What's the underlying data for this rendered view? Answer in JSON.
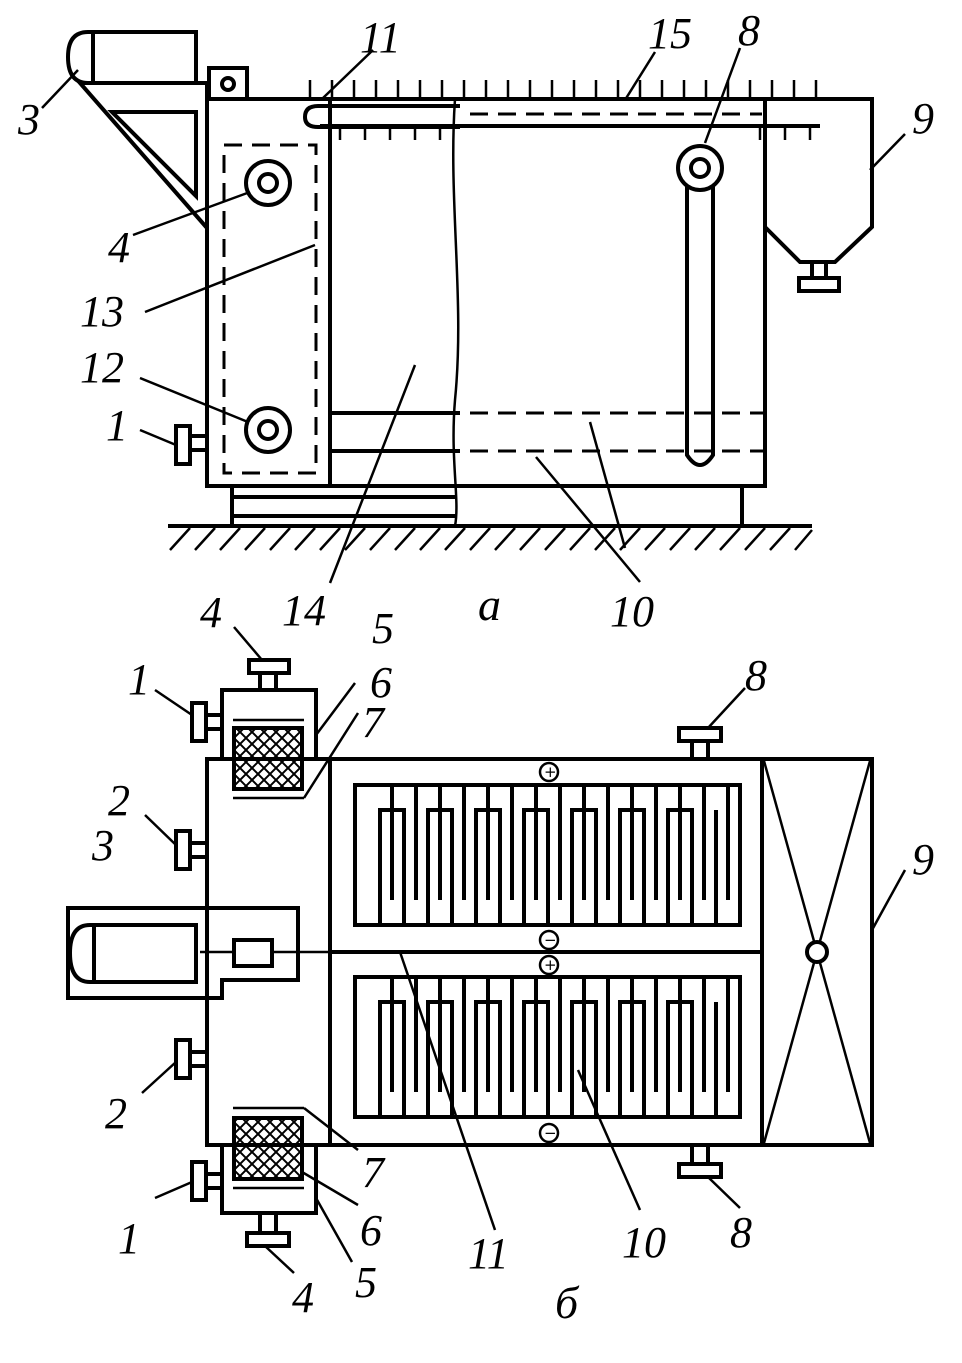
{
  "view_a": {
    "caption": "а",
    "labels": {
      "l1": "1",
      "l3": "3",
      "l4": "4",
      "l8": "8",
      "l9": "9",
      "l10": "10",
      "l11": "11",
      "l12": "12",
      "l13": "13",
      "l14": "14",
      "l15": "15"
    }
  },
  "view_b": {
    "caption": "б",
    "labels": {
      "l1_top": "1",
      "l1_bot": "1",
      "l2_top": "2",
      "l2_bot": "2",
      "l3": "3",
      "l4_top": "4",
      "l4_bot": "4",
      "l5_top": "5",
      "l5_bot": "5",
      "l6_top": "6",
      "l6_bot": "6",
      "l7_top": "7",
      "l7_bot": "7",
      "l8_top": "8",
      "l8_bot": "8",
      "l9": "9",
      "l10": "10",
      "l11": "11"
    },
    "polarity": {
      "plus": "+",
      "minus": "−"
    }
  }
}
